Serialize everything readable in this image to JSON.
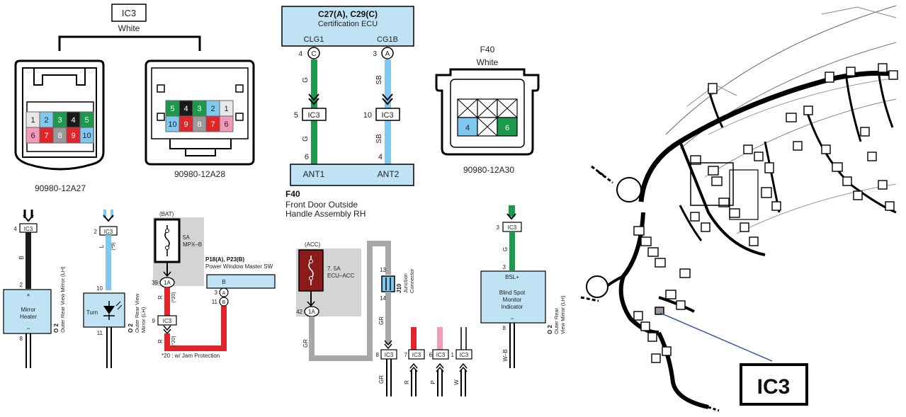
{
  "connector_ic3": {
    "name": "IC3",
    "color": "White",
    "left_part": "90980-12A27",
    "right_part": "90980-12A28",
    "left_top_pins": [
      "1",
      "2",
      "3",
      "4",
      "5"
    ],
    "left_bottom_pins": [
      "6",
      "7",
      "8",
      "9",
      "10"
    ],
    "right_top_pins": [
      "5",
      "4",
      "3",
      "2",
      "1"
    ],
    "right_bottom_pins": [
      "10",
      "9",
      "8",
      "7",
      "6"
    ]
  },
  "connector_f40": {
    "name": "F40",
    "color": "White",
    "part": "90980-12A30",
    "pins": [
      "4",
      "6"
    ]
  },
  "cert_ecu": {
    "code": "C27(A), C29(C)",
    "name": "Certification ECU",
    "terminal_left": "CLG1",
    "terminal_right": "CG1B",
    "pin_left": "4",
    "pin_left_code": "C",
    "pin_right": "3",
    "pin_right_code": "A",
    "wire_left": "G",
    "wire_right": "SB",
    "ic3_left_pin": "5",
    "ic3_right_pin": "10",
    "ic3_label": "IC3",
    "f40_pin_left": "6",
    "f40_pin_right": "4",
    "f40_term_left": "ANT1",
    "f40_term_right": "ANT2",
    "f40_code": "F40",
    "f40_name_line1": "Front Door Outside",
    "f40_name_line2": "Handle Assembly RH"
  },
  "mirror_heater": {
    "ic3_pin": "4",
    "wire": "B",
    "pin_top": "2",
    "plus": "+",
    "label_line1": "Mirror",
    "label_line2": "Heater",
    "minus": "−",
    "pin_bottom": "8",
    "side_code": "O 2",
    "side_name": "Outer Rear View Mirror (LH)"
  },
  "turn": {
    "ic3_pin": "2",
    "wire": "L",
    "note": "(*9)",
    "pin_top": "10",
    "label": "Turn",
    "pin_bottom": "11",
    "side_code": "O 2",
    "side_name_line1": "Outer Rear View",
    "side_name_line2": "Mirror (LH)"
  },
  "bat": {
    "label": "(BAT)",
    "fuse_line1": "5A",
    "fuse_line2": "MPX–B",
    "pin_39": "39",
    "pin_39_code": "1A",
    "note_20a": "(*20)",
    "wire_r": "R",
    "ic3_pin": "9",
    "note_20b": "(*20)",
    "footnote": "*20 : w/ Jam Protection",
    "pw_code": "P18(A), P23(B)",
    "pw_name": "Power Window Master SW",
    "pw_term": "B",
    "pin_3": "3",
    "pin_3_code": "A",
    "pin_11": "11",
    "pin_11_code": "B"
  },
  "acc": {
    "label": "(ACC)",
    "fuse_line1": "7. 5A",
    "fuse_line2": "ECU–ACC",
    "pin_42": "42",
    "pin_42_code": "1A",
    "wire_gr": "GR",
    "j10_pin_13": "13",
    "j10_pin_14": "14",
    "j10_code": "J10",
    "j10_name_line1": "Junction",
    "j10_name_line2": "Connector",
    "ic3_label": "IC3",
    "ic3_pin_8": "8",
    "ic3_pin_7": "7",
    "ic3_pin_6": "6",
    "ic3_pin_1": "1",
    "wire_r": "R",
    "wire_p": "P",
    "wire_w": "W"
  },
  "bsm": {
    "ic3_pin": "3",
    "wire_g": "G",
    "pin_top": "3",
    "term": "BSL+",
    "label_line1": "Blind Spot",
    "label_line2": "Monitor",
    "label_line3": "Indicator",
    "minus": "−",
    "pin_bottom": "8",
    "wire_wb": "W–B",
    "side_code": "O 2",
    "side_name_line1": "Outer Rear",
    "side_name_line2": "View Mirror (LH)"
  },
  "harness": {
    "callout": "IC3"
  },
  "colors": {
    "green": "#1a9a4a",
    "sky": "#7fc8ef",
    "red": "#e0262a",
    "pink": "#f29ab8",
    "black": "#1a1a1a",
    "gray": "#a8a8a8",
    "box_blue": "#bfe2f5",
    "fuse_red": "#8b1a1a"
  }
}
